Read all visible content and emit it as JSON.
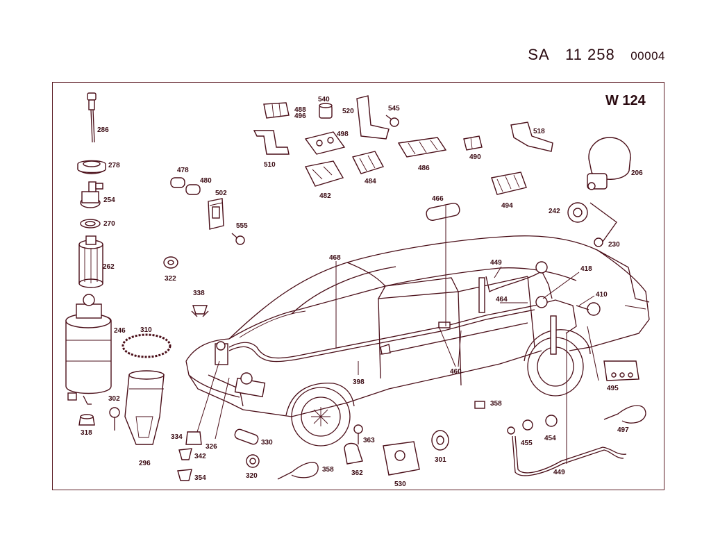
{
  "header": {
    "sa": "SA",
    "number": "11 258",
    "sub": "00004"
  },
  "model": "W 124",
  "callouts": {
    "c286": "286",
    "c278": "278",
    "c254": "254",
    "c270": "270",
    "c262": "262",
    "c246": "246",
    "c310": "310",
    "c302": "302",
    "c318": "318",
    "c296": "296",
    "c322": "322",
    "c338": "338",
    "c478": "478",
    "c480": "480",
    "c502": "502",
    "c555": "555",
    "c488": "488",
    "c496": "496",
    "c510": "510",
    "c540": "540",
    "c498": "498",
    "c482": "482",
    "c520": "520",
    "c545": "545",
    "c484": "484",
    "c486": "486",
    "c490": "490",
    "c518": "518",
    "c494": "494",
    "c466": "466",
    "c206": "206",
    "c242": "242",
    "c230": "230",
    "c468": "468",
    "c449a": "449",
    "c418": "418",
    "c464": "464",
    "c410": "410",
    "c398": "398",
    "c460": "460",
    "c495": "495",
    "c358a": "358",
    "c334": "334",
    "c326": "326",
    "c342": "342",
    "c354": "354",
    "c330": "330",
    "c320": "320",
    "c358b": "358",
    "c363": "363",
    "c362": "362",
    "c530": "530",
    "c301": "301",
    "c455": "455",
    "c454": "454",
    "c497": "497",
    "c449b": "449"
  }
}
